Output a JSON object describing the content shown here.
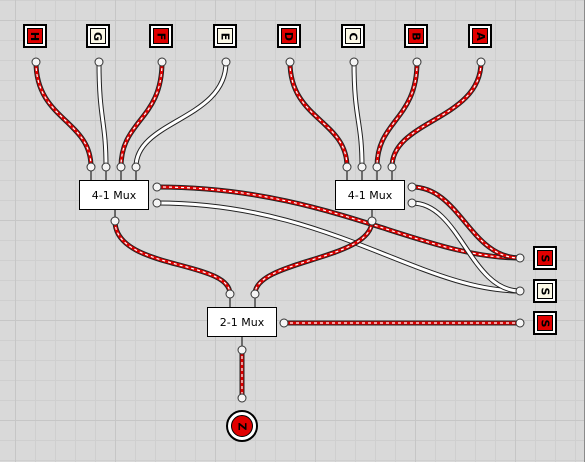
{
  "inputs": [
    {
      "label": "H",
      "state": "on"
    },
    {
      "label": "G",
      "state": "off"
    },
    {
      "label": "F",
      "state": "on"
    },
    {
      "label": "E",
      "state": "off"
    },
    {
      "label": "D",
      "state": "on"
    },
    {
      "label": "C",
      "state": "off"
    },
    {
      "label": "B",
      "state": "on"
    },
    {
      "label": "A",
      "state": "on"
    }
  ],
  "selects": [
    {
      "label": "S",
      "state": "on"
    },
    {
      "label": "S",
      "state": "off"
    },
    {
      "label": "S",
      "state": "on"
    }
  ],
  "mux_left": {
    "label": "4-1 Mux"
  },
  "mux_right": {
    "label": "4-1 Mux"
  },
  "mux_final": {
    "label": "2-1 Mux"
  },
  "output": {
    "label": "Z",
    "state": "on"
  },
  "colors": {
    "signal_on": "#e00000",
    "signal_off": "#ffffff",
    "outline": "#000000",
    "canvas": "#d9d9d9"
  }
}
